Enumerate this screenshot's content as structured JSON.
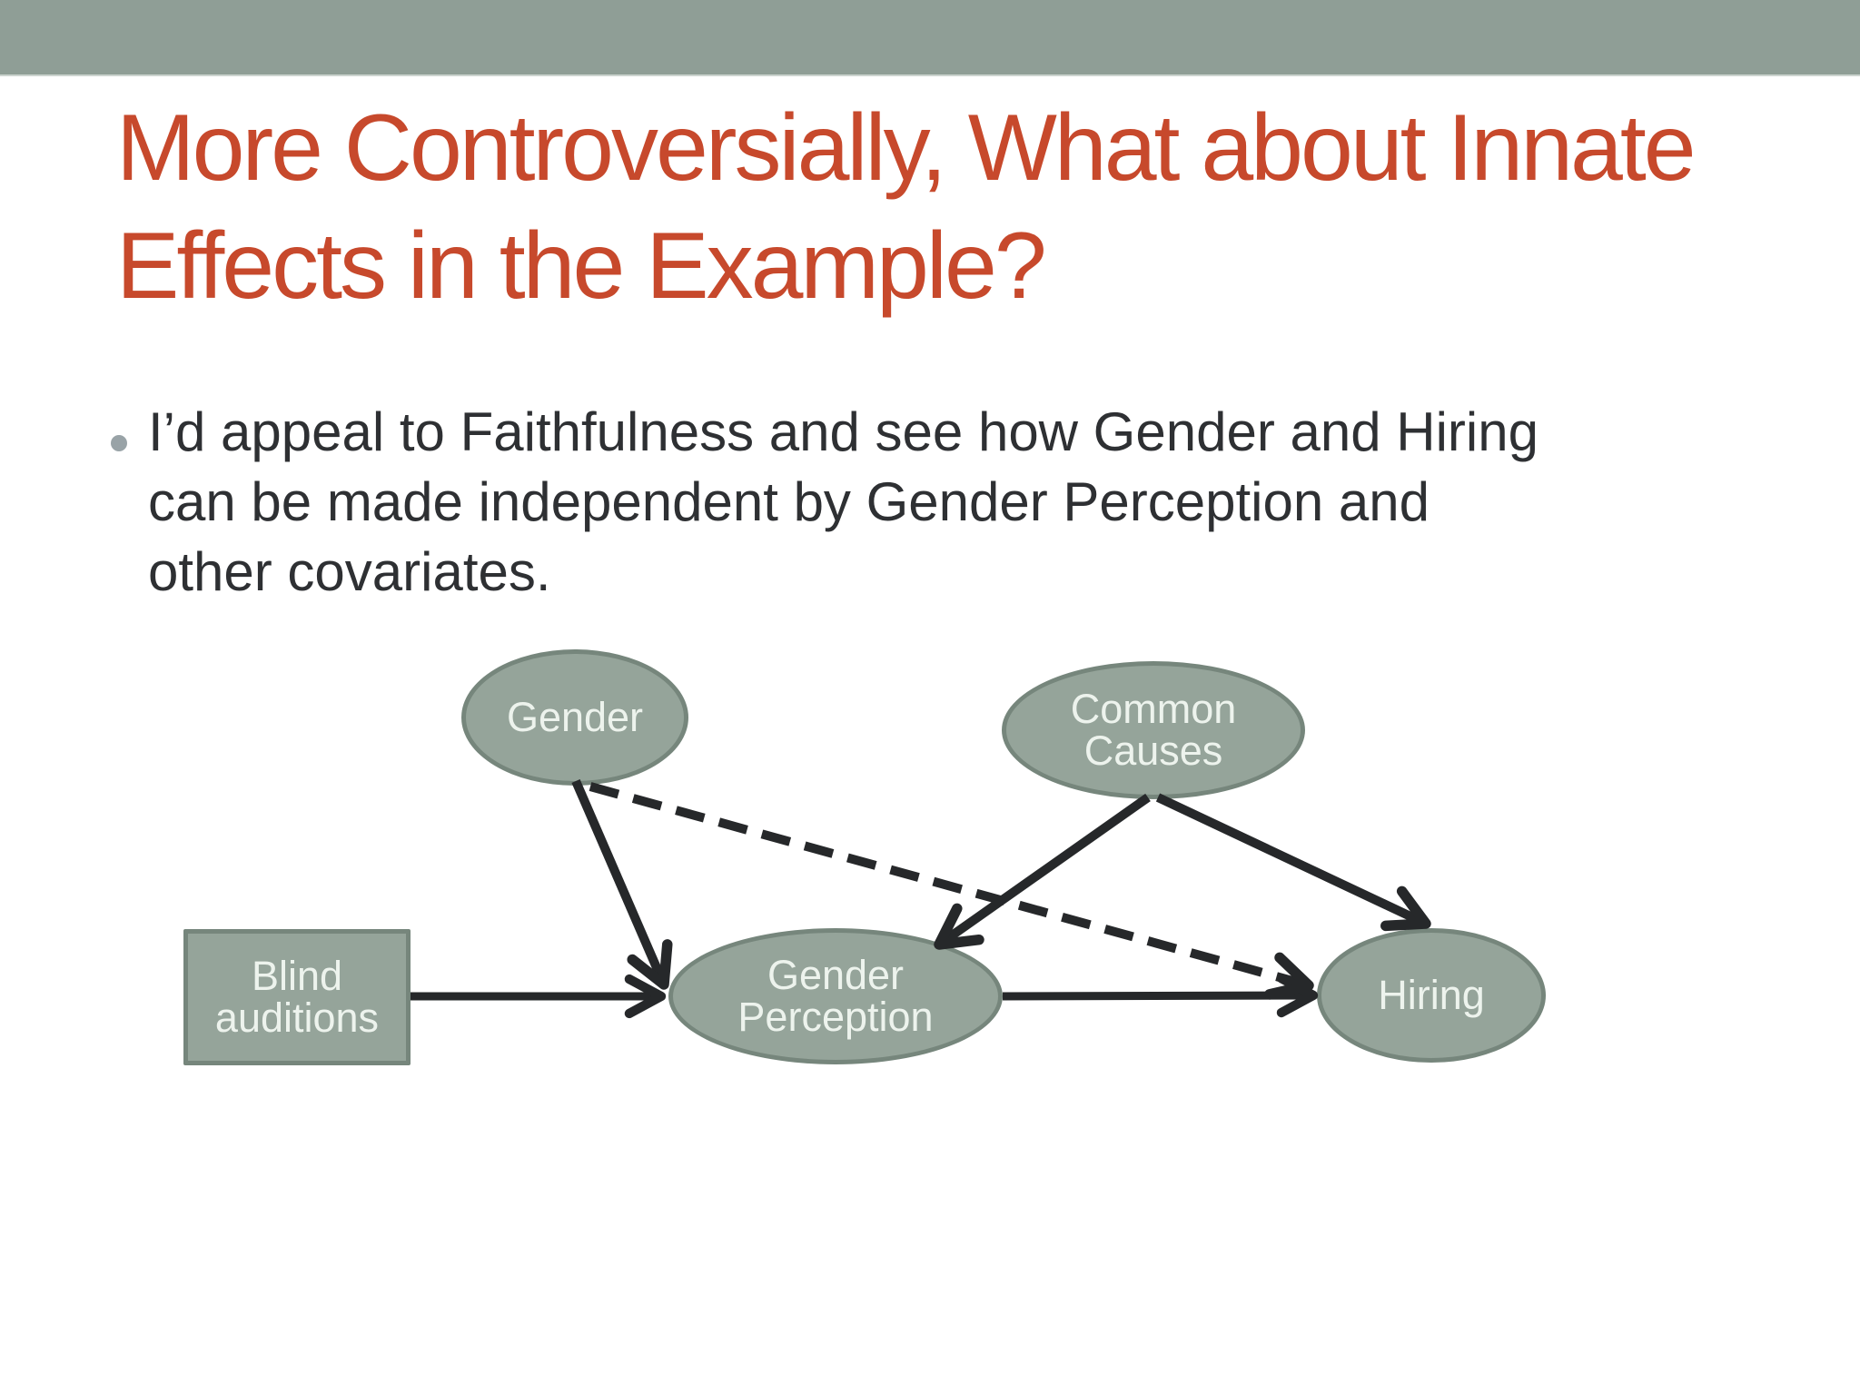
{
  "slide": {
    "title": {
      "lines": [
        "More Controversially, What about Innate",
        "Effects in the Example?"
      ]
    },
    "bullet": {
      "marker": "•",
      "lines": [
        "I’d appeal to Faithfulness and see how Gender and Hiring",
        "can be made independent by Gender Perception and",
        "other covariates."
      ]
    },
    "diagram": {
      "nodes": {
        "gender": {
          "shape": "ellipse",
          "lines": [
            "Gender"
          ]
        },
        "common_causes": {
          "shape": "ellipse",
          "lines": [
            "Common",
            "Causes"
          ]
        },
        "gender_perception": {
          "shape": "ellipse",
          "lines": [
            "Gender",
            "Perception"
          ]
        },
        "hiring": {
          "shape": "ellipse",
          "lines": [
            "Hiring"
          ]
        },
        "blind_auditions": {
          "shape": "rectangle",
          "lines": [
            "Blind",
            "auditions"
          ]
        }
      },
      "edges": [
        {
          "from": "blind_auditions",
          "to": "gender_perception",
          "style": "solid",
          "arrowhead": "open"
        },
        {
          "from": "gender",
          "to": "gender_perception",
          "style": "solid",
          "arrowhead": "open"
        },
        {
          "from": "common_causes",
          "to": "gender_perception",
          "style": "solid",
          "arrowhead": "open"
        },
        {
          "from": "common_causes",
          "to": "hiring",
          "style": "solid",
          "arrowhead": "open"
        },
        {
          "from": "gender_perception",
          "to": "hiring",
          "style": "solid",
          "arrowhead": "open"
        },
        {
          "from": "gender",
          "to": "hiring",
          "style": "dashed",
          "arrowhead": "open"
        }
      ]
    },
    "colors": {
      "top_bar": "#8f9e96",
      "title_text": "#c7492c",
      "body_text": "#2e3033",
      "bullet_dot": "#99a3a7",
      "node_fill": "#95a49a",
      "node_border": "#76867c",
      "node_text": "#edf3ed",
      "arrow": "#26282a",
      "background": "#ffffff"
    }
  }
}
